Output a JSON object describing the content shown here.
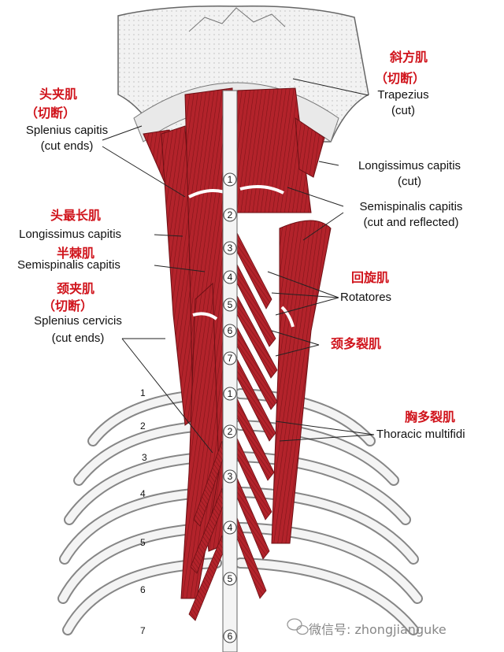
{
  "labels_en": {
    "trapezius": "Trapezius",
    "trapezius_cut": "(cut)",
    "splenius_capitis": "Splenius capitis",
    "splenius_capitis_cut": "(cut ends)",
    "longissimus_capitis_right": "Longissimus capitis",
    "longissimus_capitis_right_cut": "(cut)",
    "semispinalis_capitis_right": "Semispinalis capitis",
    "semispinalis_capitis_right_cut": "(cut and reflected)",
    "longissimus_capitis_left": "Longissimus capitis",
    "semispinalis_capitis_left": "Semispinalis capitis",
    "rotatores": "Rotatores",
    "splenius_cervicis": "Splenius cervicis",
    "splenius_cervicis_cut": "(cut ends)",
    "thoracic_multifidi": "Thoracic multifidi"
  },
  "labels_cn": {
    "trapezius": "斜方肌",
    "trapezius_cut": "（切断）",
    "splenius_capitis": "头夹肌",
    "splenius_capitis_cut": "（切断）",
    "longissimus_capitis": "头最长肌",
    "semispinalis_capitis": "半棘肌",
    "splenius_cervicis": "颈夹肌",
    "splenius_cervicis_cut": "（切断）",
    "rotatores": "回旋肌",
    "cervical_multifidi": "颈多裂肌",
    "thoracic_multifidi": "胸多裂肌"
  },
  "cervical_numbers": [
    "1",
    "2",
    "3",
    "4",
    "5",
    "6",
    "7"
  ],
  "thoracic_numbers": [
    "1",
    "2",
    "3",
    "4",
    "5",
    "6"
  ],
  "rib_numbers": [
    "1",
    "2",
    "3",
    "4",
    "5",
    "6",
    "7"
  ],
  "watermark": "微信号: zhongjianguke",
  "colors": {
    "muscle": "#b3232b",
    "muscle_dark": "#7e1418",
    "bone": "#efefef",
    "label_cn": "#d0141c"
  }
}
